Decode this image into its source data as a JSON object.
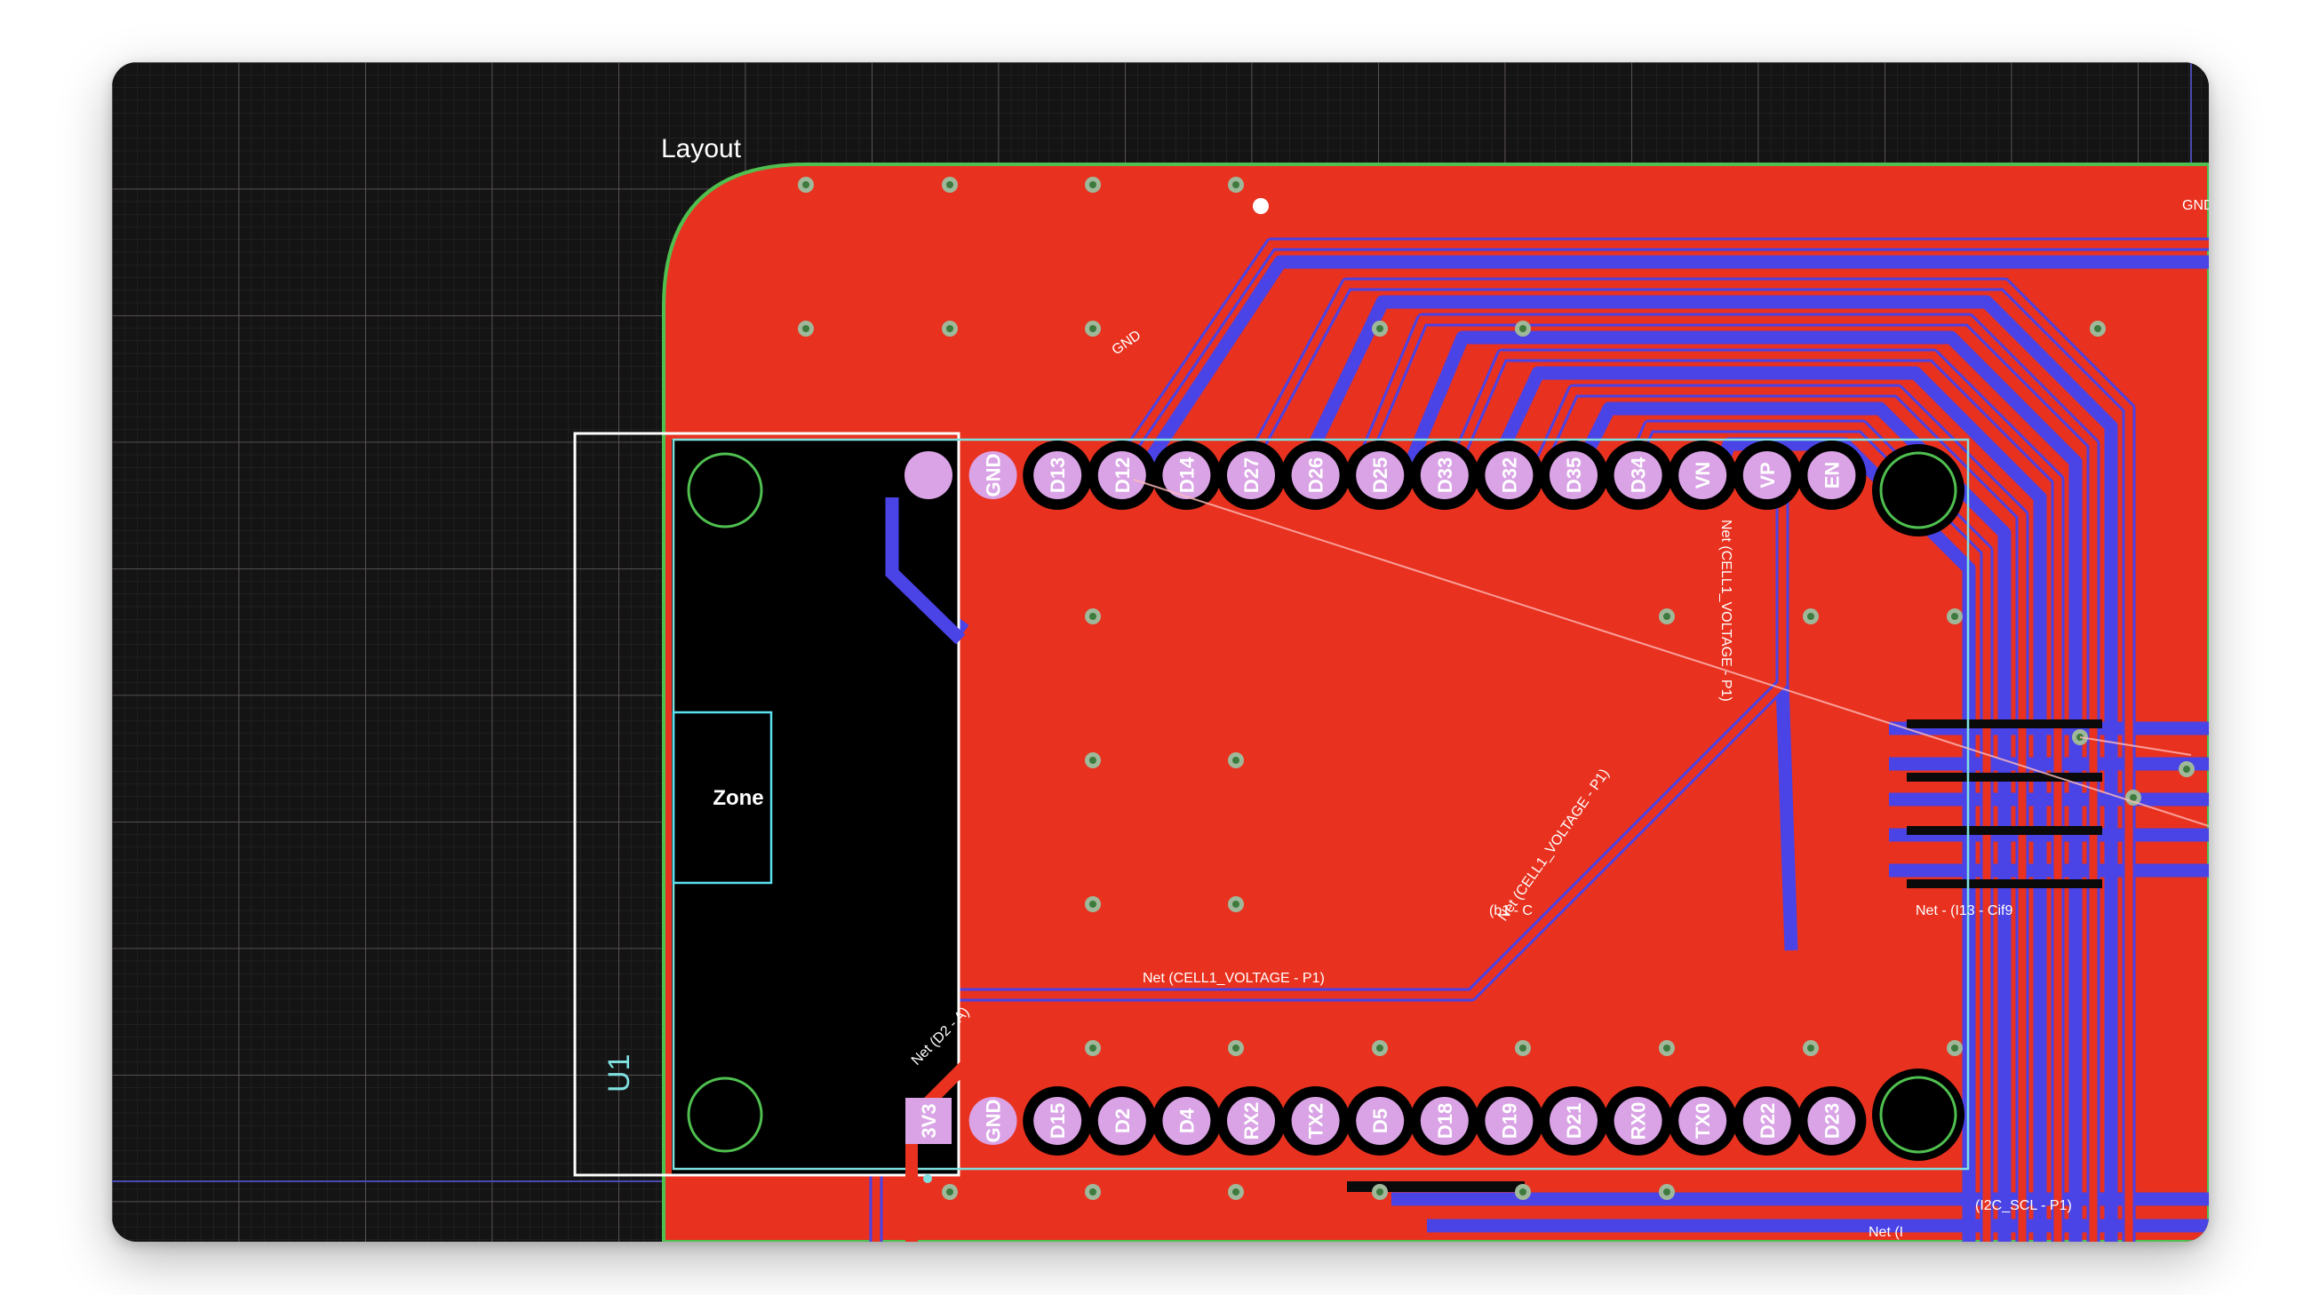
{
  "canvas": {
    "layout_label": "Layout",
    "zone_label": "Zone",
    "component_ref": "U1",
    "colors": {
      "background": "#141414",
      "copper_top": "#e8321f",
      "copper_bottom": "#4a43e6",
      "board_outline": "#4fbf4f",
      "silkscreen": "#ffffff",
      "courtyard": "#7fe0e0",
      "pad": "#d9a3e6",
      "via": "#88aa88"
    },
    "header_top_pins": [
      "",
      "GND",
      "D13",
      "D12",
      "D14",
      "D27",
      "D26",
      "D25",
      "D33",
      "D32",
      "D35",
      "D34",
      "VN",
      "VP",
      "EN"
    ],
    "header_bottom_pins": [
      "3V3",
      "GND",
      "D15",
      "D2",
      "D4",
      "RX2",
      "TX2",
      "D5",
      "D18",
      "D19",
      "D21",
      "RX0",
      "TX0",
      "D22",
      "D23"
    ],
    "net_labels": {
      "gnd_top": "GND",
      "gnd_right": "GND",
      "cell1_horizontal": "Net (CELL1_VOLTAGE - P1)",
      "cell1_vertical": "Net (CELL1_VOLTAGE - P1)",
      "cell1_diagonal": "Net (CELL1_VOLTAGE - P1)",
      "d2_a": "Net (D2 - A)",
      "partial_b1": "(b1 - C",
      "partial_right": "Net - (I13 - Cif9",
      "i2c_scl": "(I2C_SCL - P1)",
      "partial_bottom": "Net (I"
    }
  }
}
